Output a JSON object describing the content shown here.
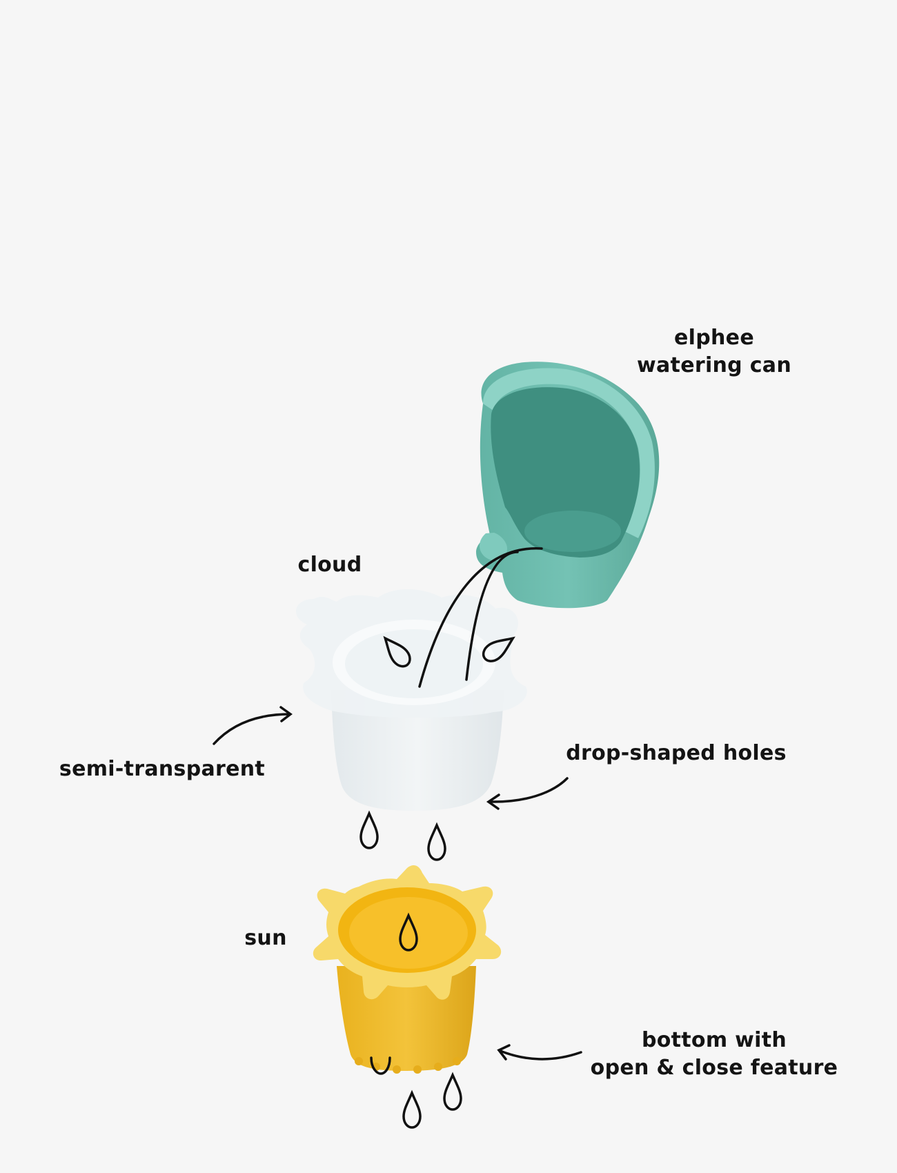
{
  "labels": {
    "watering_can": [
      "elphee",
      "watering can"
    ],
    "cloud": "cloud",
    "semi_transparent": "semi-transparent",
    "drop_holes": "drop-shaped holes",
    "sun": "sun",
    "bottom_feature": [
      "bottom with",
      "open & close feature"
    ]
  },
  "colors": {
    "background": "#f6f6f6",
    "watering_can": "#6fbfb0",
    "cloud_cup": "#e9eef1",
    "sun_cup": "#f2c21c",
    "line_art": "#111111"
  }
}
